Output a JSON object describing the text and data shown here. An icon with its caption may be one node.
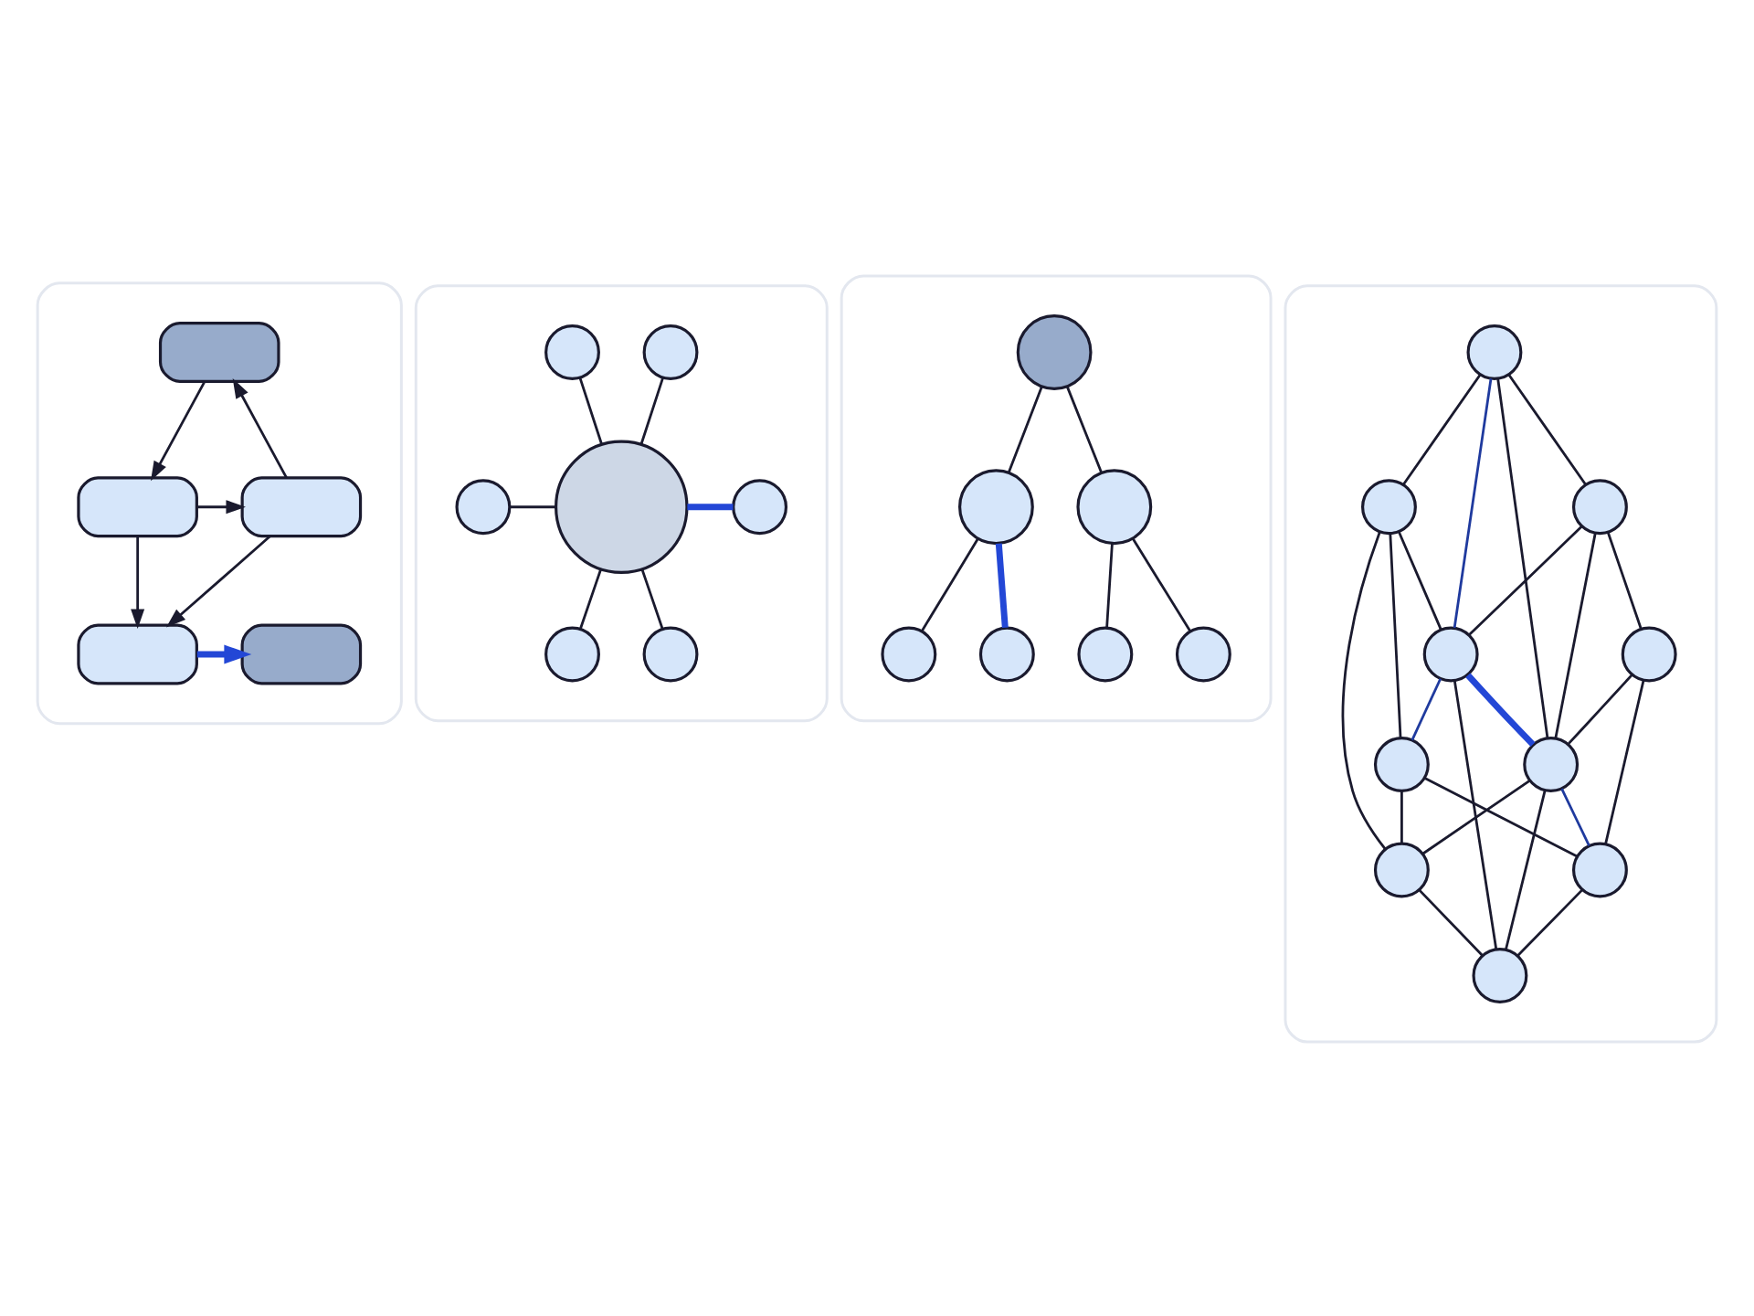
{
  "diagram": {
    "nodes": [
      {
        "text": [],
        "shape": "box"
      },
      {
        "text": [],
        "shape": "box"
      },
      {
        "text": [],
        "shape": "box"
      },
      {
        "text": [],
        "shape": "box"
      },
      {
        "text": [],
        "shape": "box",
        "in": 0
      },
      {
        "text": [],
        "shape": "box",
        "in": 0
      },
      {
        "text": [],
        "shape": "box",
        "in": 0
      },
      {
        "text": [],
        "shape": "box",
        "in": 0
      },
      {
        "text": [],
        "shape": "box",
        "in": 0
      },
      {
        "text": [],
        "shape": "circle",
        "in": 1
      },
      {
        "text": [],
        "shape": "circle",
        "in": 1
      },
      {
        "text": [],
        "shape": "circle",
        "in": 1
      },
      {
        "text": [],
        "shape": "circle",
        "in": 1
      },
      {
        "text": [],
        "shape": "circle",
        "in": 1
      },
      {
        "text": [],
        "shape": "circle",
        "in": 1
      },
      {
        "text": [],
        "shape": "circle",
        "in": 1
      },
      {
        "text": [],
        "shape": "circle",
        "in": 2
      },
      {
        "text": [],
        "shape": "circle",
        "in": 2
      },
      {
        "text": [],
        "shape": "circle",
        "in": 2
      },
      {
        "text": [],
        "shape": "circle",
        "in": 2
      },
      {
        "text": [],
        "shape": "circle",
        "in": 2
      },
      {
        "text": [],
        "shape": "circle",
        "in": 2
      },
      {
        "text": [],
        "shape": "circle",
        "in": 2
      },
      {
        "text": [],
        "shape": "circle",
        "in": 3
      },
      {
        "text": [],
        "shape": "circle",
        "in": 3
      },
      {
        "text": [],
        "shape": "circle",
        "in": 3
      },
      {
        "text": [],
        "shape": "circle",
        "in": 3
      },
      {
        "text": [],
        "shape": "circle",
        "in": 3
      },
      {
        "text": [],
        "shape": "circle",
        "in": 3
      },
      {
        "text": [],
        "shape": "circle",
        "in": 3
      },
      {
        "text": [],
        "shape": "circle",
        "in": 3
      },
      {
        "text": [],
        "shape": "circle",
        "in": 3
      },
      {
        "text": [],
        "shape": "circle",
        "in": 3
      }
    ],
    "edges": [
      {
        "from": 5,
        "to": 4,
        "arrow": "to"
      },
      {
        "from": 4,
        "to": 6,
        "arrow": "to"
      },
      {
        "from": 6,
        "to": 5,
        "arrow": "to"
      },
      {
        "from": 6,
        "to": 7,
        "arrow": "to"
      },
      {
        "from": 5,
        "to": 7,
        "arrow": "to"
      },
      {
        "from": 7,
        "to": 8,
        "arrow": "to",
        "style": "thick",
        "color": "#2347d6"
      },
      {
        "from": 9,
        "to": 12,
        "arrow": "none"
      },
      {
        "from": 10,
        "to": 12,
        "arrow": "none"
      },
      {
        "from": 11,
        "to": 12,
        "arrow": "none"
      },
      {
        "from": 12,
        "to": 13,
        "arrow": "none",
        "style": "thick",
        "color": "#2347d6"
      },
      {
        "from": 12,
        "to": 14,
        "arrow": "none"
      },
      {
        "from": 12,
        "to": 15,
        "arrow": "none"
      },
      {
        "from": 16,
        "to": 17,
        "arrow": "none"
      },
      {
        "from": 16,
        "to": 18,
        "arrow": "none"
      },
      {
        "from": 17,
        "to": 19,
        "arrow": "none"
      },
      {
        "from": 17,
        "to": 20,
        "arrow": "none",
        "style": "thick",
        "color": "#2347d6"
      },
      {
        "from": 18,
        "to": 21,
        "arrow": "none"
      },
      {
        "from": 18,
        "to": 22,
        "arrow": "none"
      },
      {
        "from": 23,
        "to": 25,
        "arrow": "none"
      },
      {
        "from": 23,
        "to": 24,
        "arrow": "none"
      },
      {
        "from": 23,
        "to": 29,
        "arrow": "none"
      },
      {
        "from": 23,
        "to": 26,
        "arrow": "none",
        "color": "#1f3a9e"
      },
      {
        "from": 25,
        "to": 26,
        "arrow": "none"
      },
      {
        "from": 25,
        "to": 28,
        "arrow": "none"
      },
      {
        "from": 25,
        "to": 29,
        "arrow": "none"
      },
      {
        "from": 24,
        "to": 26,
        "arrow": "none"
      },
      {
        "from": 24,
        "to": 27,
        "arrow": "none"
      },
      {
        "from": 24,
        "to": 30,
        "arrow": "none"
      },
      {
        "from": 26,
        "to": 29,
        "arrow": "none",
        "style": "thick",
        "color": "#2347d6"
      },
      {
        "from": 26,
        "to": 27,
        "arrow": "none",
        "color": "#1f3a9e"
      },
      {
        "from": 26,
        "to": 32,
        "arrow": "none"
      },
      {
        "from": 28,
        "to": 29,
        "arrow": "none"
      },
      {
        "from": 28,
        "to": 31,
        "arrow": "none"
      },
      {
        "from": 29,
        "to": 31,
        "arrow": "none",
        "color": "#1f3a9e"
      },
      {
        "from": 29,
        "to": 32,
        "arrow": "none"
      },
      {
        "from": 29,
        "to": 30,
        "arrow": "none"
      },
      {
        "from": 27,
        "to": 31,
        "arrow": "none"
      },
      {
        "from": 27,
        "to": 30,
        "arrow": "none"
      },
      {
        "from": 31,
        "to": 32,
        "arrow": "none"
      },
      {
        "from": 30,
        "to": 32,
        "arrow": "none"
      }
    ]
  }
}
